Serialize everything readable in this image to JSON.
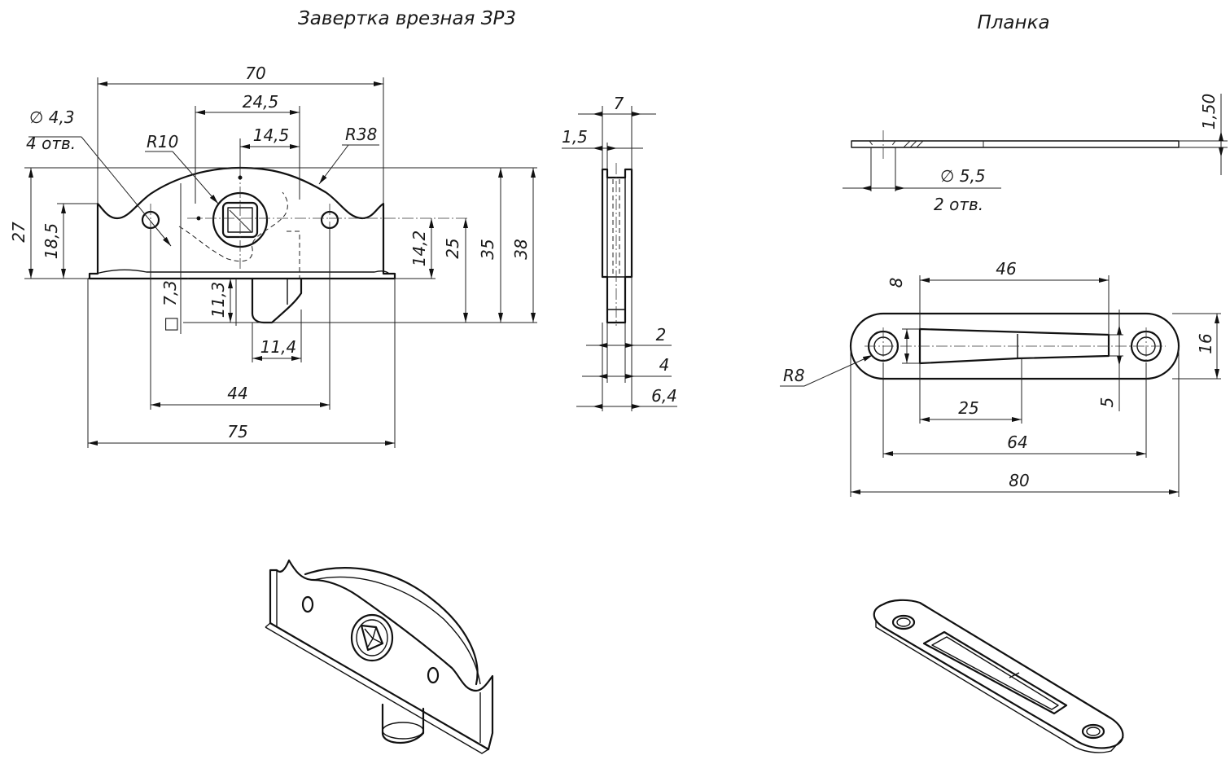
{
  "titles": {
    "latch": "Завертка врезная ЗР3",
    "strike": "Планка"
  },
  "latch_front": {
    "dim_70": "70",
    "dim_24_5": "24,5",
    "dim_14_5": "14,5",
    "hole_diam": "∅ 4,3",
    "hole_count": "4 отв.",
    "r10": "R10",
    "r38": "R38",
    "dim_27": "27",
    "dim_18_5": "18,5",
    "dim_14_2": "14,2",
    "dim_25": "25",
    "dim_35": "35",
    "dim_38": "38",
    "dim_7_3": "7,3",
    "square_sym": "□",
    "dim_11_3": "11,3",
    "dim_11_4": "11,4",
    "dim_44": "44",
    "dim_75": "75"
  },
  "latch_side": {
    "dim_7": "7",
    "dim_1_5": "1,5",
    "dim_2": "2",
    "dim_4": "4",
    "dim_6_4": "6,4"
  },
  "strike_side": {
    "dim_1_50": "1,50",
    "hole_diam": "∅ 5,5",
    "hole_count": "2 отв."
  },
  "strike_top": {
    "dim_46": "46",
    "dim_8": "8",
    "dim_16": "16",
    "r8": "R8",
    "dim_25": "25",
    "dim_5": "5",
    "dim_64": "64",
    "dim_80": "80"
  }
}
